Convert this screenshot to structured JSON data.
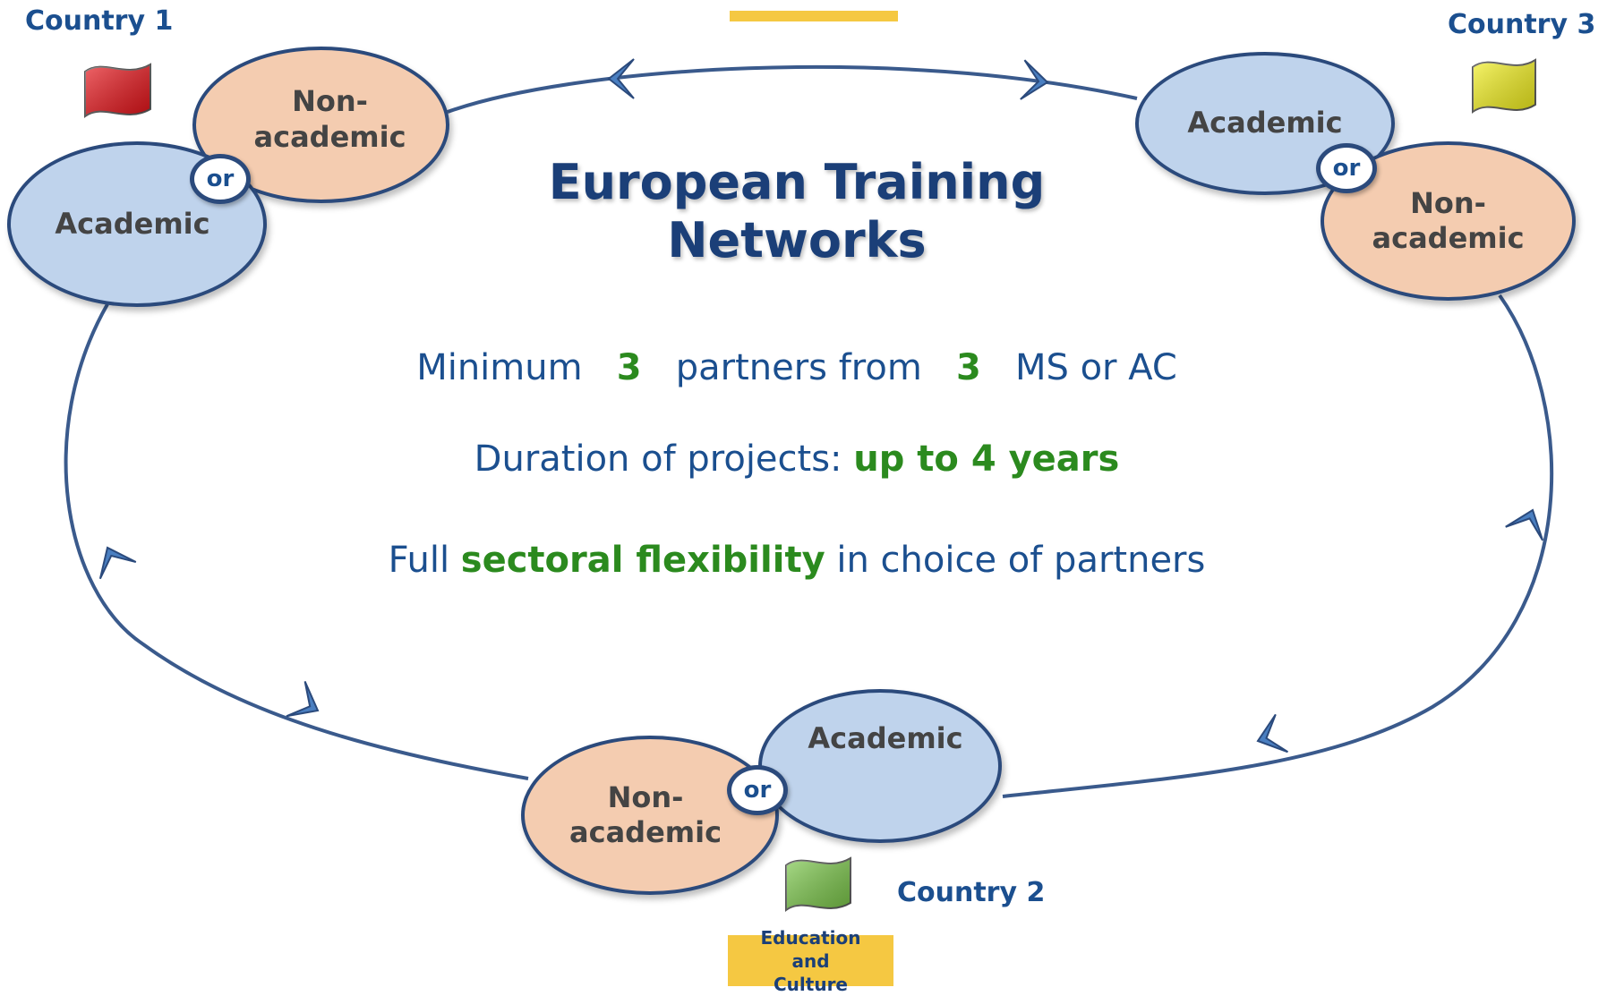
{
  "countries": {
    "c1": "Country 1",
    "c2": "Country 2",
    "c3": "Country 3"
  },
  "nodes": {
    "c1_academic": "Academic",
    "c1_nonacademic": "Non-academic",
    "c2_academic": "Academic",
    "c2_nonacademic": "Non-academic",
    "c3_academic": "Academic",
    "c3_nonacademic": "Non-academic",
    "or_label": "or"
  },
  "title": "European Training Networks",
  "info": {
    "line1": {
      "a": "Minimum",
      "n1": "3",
      "b": "partners from",
      "n2": "3",
      "c": "MS or AC"
    },
    "line2": {
      "a": "Duration of projects:",
      "hl": "up to 4 years"
    },
    "line3": {
      "a": "Full",
      "hl": "sectoral flexibility",
      "b": "in choice of partners"
    }
  },
  "footer": {
    "badge": "Education and Culture"
  },
  "colors": {
    "flag_country1": "#e8141a",
    "flag_country2": "#7cc94a",
    "flag_country3": "#f5f21e",
    "academic": "#bfd3ec",
    "non_academic": "#f4ccb0",
    "ring": "#2b4a7c",
    "highlight": "#2b8a1e"
  }
}
